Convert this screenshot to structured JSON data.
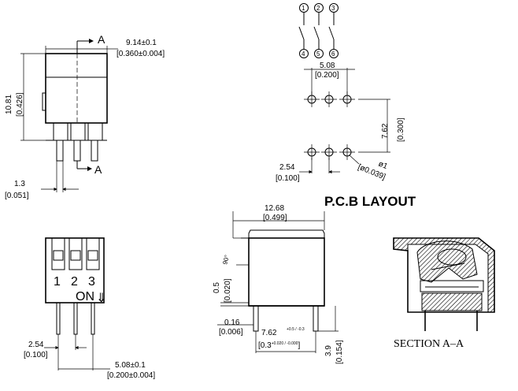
{
  "side_view": {
    "width_dim": "9.14±0.1",
    "width_dim_in": "[0.360±0.004]",
    "height_dim": "10.81",
    "height_dim_in": "[0.426]",
    "pin_offset_dim": "1.3",
    "pin_offset_dim_in": "[0.051]",
    "section_marker_top": "A",
    "section_marker_bottom": "A"
  },
  "schematic": {
    "top_pins": [
      "1",
      "2",
      "3"
    ],
    "bottom_pins": [
      "4",
      "5",
      "6"
    ]
  },
  "pcb_layout": {
    "title": "P.C.B LAYOUT",
    "pitch_dim": "5.08",
    "pitch_dim_in": "[0.200]",
    "row_dim": "7.62",
    "row_dim_in": "[0.300]",
    "hole_pitch_dim": "2.54",
    "hole_pitch_dim_in": "[0.100]",
    "hole_dia_dim": "ø1",
    "hole_dia_dim_in": "[ø0.039]"
  },
  "front_view": {
    "switch_numbers": [
      "1",
      "2",
      "3"
    ],
    "on_label": "ON",
    "on_arrow": "⇓",
    "pitch_dim": "2.54",
    "pitch_dim_in": "[0.100]",
    "span_dim": "5.08±0.1",
    "span_dim_in": "[0.200±0.004]"
  },
  "right_view": {
    "depth_dim": "12.68",
    "depth_dim_in": "[0.499]",
    "angle_dim": "90°",
    "standoff_dim": "0.5",
    "standoff_dim_in": "[0.020]",
    "pin_thk_dim": "0.16",
    "pin_thk_dim_in": "[0.006]",
    "row_dim": "7.62",
    "row_dim_tol": "+0.5 / -0.3",
    "row_dim_in": "[0.3+0.020/-0.000]",
    "row_dim_in_base": "[0.3",
    "row_dim_in_tol": "+0.020 / -0.000",
    "row_dim_in_close": "]",
    "pin_len_dim": "3.9",
    "pin_len_dim_in": "[0.154]"
  },
  "section": {
    "label": "SECTION  A–A"
  }
}
